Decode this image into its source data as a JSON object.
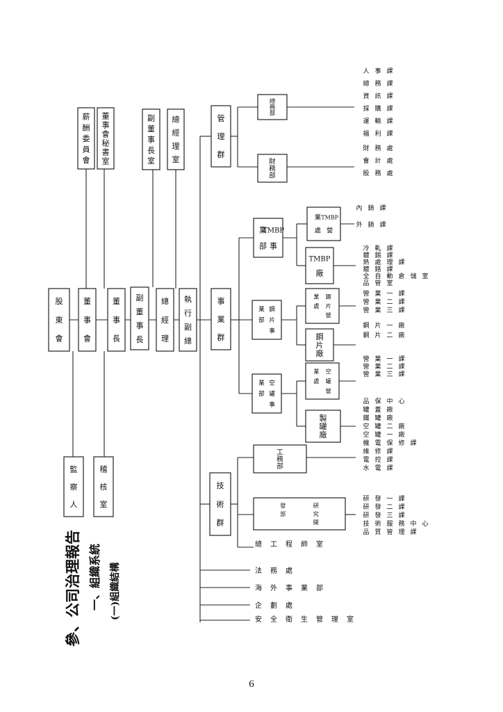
{
  "heading": {
    "main": "參、公司治理報告",
    "sub": "一、組織系統",
    "sub2": "(一)組織結構"
  },
  "page_number": "6",
  "chart_data": {
    "type": "org-chart",
    "root": "股東會",
    "nodes": [
      {
        "id": "shareholders",
        "label": "股東會"
      },
      {
        "id": "supervisor",
        "label": "監察人"
      },
      {
        "id": "audit",
        "label": "稽核室"
      },
      {
        "id": "board",
        "label": "董事會"
      },
      {
        "id": "chairman",
        "label": "董事長"
      },
      {
        "id": "vice_chairman",
        "label": "副董事長"
      },
      {
        "id": "gm",
        "label": "總經理"
      },
      {
        "id": "evp",
        "label": "執行副總"
      },
      {
        "id": "comp_committee",
        "label": "薪酬委員會"
      },
      {
        "id": "board_secretary",
        "label": "董事會秘書室"
      },
      {
        "id": "vice_chair_office",
        "label": "副董事長室"
      },
      {
        "id": "gm_office",
        "label": "總經理室"
      },
      {
        "id": "mgmt_group",
        "label": "管理群"
      },
      {
        "id": "general_affairs",
        "label": "總務部"
      },
      {
        "id": "finance",
        "label": "財務部"
      },
      {
        "id": "business_group",
        "label": "事業群"
      },
      {
        "id": "tmbp_bu",
        "label": "TMBP事業部"
      },
      {
        "id": "tmbp_plant",
        "label": "TMBP廠"
      },
      {
        "id": "tmbp_sales",
        "label": "TMBP營業處"
      },
      {
        "id": "steel_bu",
        "label": "鋼片事業部"
      },
      {
        "id": "steel_plant",
        "label": "鋼片廠"
      },
      {
        "id": "steel_sales",
        "label": "鋼片營業處"
      },
      {
        "id": "drum_bu",
        "label": "空罐事業部"
      },
      {
        "id": "can_plant",
        "label": "製罐廠"
      },
      {
        "id": "drum_sales",
        "label": "空罐營業處"
      },
      {
        "id": "tech_group",
        "label": "技術群"
      },
      {
        "id": "engineering",
        "label": "工務部"
      },
      {
        "id": "rnd",
        "label": "研究開發部"
      },
      {
        "id": "chief_engineer",
        "label": "總工程師室"
      },
      {
        "id": "legal",
        "label": "法務處"
      },
      {
        "id": "overseas",
        "label": "海外事業部"
      },
      {
        "id": "planning",
        "label": "企劃處"
      },
      {
        "id": "safety",
        "label": "安全衛生管理室"
      }
    ],
    "edges": [
      [
        "shareholders",
        "supervisor"
      ],
      [
        "shareholders",
        "board"
      ],
      [
        "board",
        "audit"
      ],
      [
        "board",
        "comp_committee"
      ],
      [
        "board",
        "board_secretary"
      ],
      [
        "board",
        "chairman"
      ],
      [
        "chairman",
        "vice_chairman"
      ],
      [
        "vice_chairman",
        "vice_chair_office"
      ],
      [
        "vice_chairman",
        "gm"
      ],
      [
        "gm",
        "gm_office"
      ],
      [
        "gm",
        "evp"
      ],
      [
        "evp",
        "mgmt_group"
      ],
      [
        "evp",
        "business_group"
      ],
      [
        "evp",
        "tech_group"
      ],
      [
        "evp",
        "legal"
      ],
      [
        "evp",
        "overseas"
      ],
      [
        "evp",
        "planning"
      ],
      [
        "evp",
        "safety"
      ],
      [
        "mgmt_group",
        "general_affairs"
      ],
      [
        "mgmt_group",
        "finance"
      ],
      [
        "business_group",
        "tmbp_bu"
      ],
      [
        "business_group",
        "steel_bu"
      ],
      [
        "business_group",
        "drum_bu"
      ],
      [
        "tmbp_bu",
        "tmbp_plant"
      ],
      [
        "tmbp_bu",
        "tmbp_sales"
      ],
      [
        "steel_bu",
        "steel_plant"
      ],
      [
        "steel_bu",
        "steel_sales"
      ],
      [
        "drum_bu",
        "can_plant"
      ],
      [
        "drum_bu",
        "drum_sales"
      ],
      [
        "tech_group",
        "engineering"
      ],
      [
        "tech_group",
        "rnd"
      ],
      [
        "tech_group",
        "chief_engineer"
      ]
    ],
    "leaf_units": {
      "general_affairs": [
        "人事課",
        "總務課",
        "資訊課",
        "採購課",
        "運輸課",
        "福利課"
      ],
      "finance": [
        "財務處",
        "會計處",
        "股務處"
      ],
      "tmbp_sales": [
        "內銷課",
        "外銷課"
      ],
      "tmbp_plant": [
        "冷軋課",
        "鍍錫課",
        "熱處理課",
        "鍍鉻課",
        "全自動倉儲室",
        "品管室"
      ],
      "steel_sales": [
        "營業一課",
        "營業二課",
        "營業三課"
      ],
      "steel_plant": [
        "鋼片一廠",
        "鋼片二廠"
      ],
      "drum_sales": [
        "營業一課",
        "營業二課",
        "營業三課"
      ],
      "can_plant": [
        "品保中心",
        "罐蓋廠",
        "鐵罐廠",
        "空罐二廠",
        "空罐一廠"
      ],
      "engineering": [
        "機電保修課",
        "維修課",
        "電控課",
        "水電課"
      ],
      "rnd": [
        "研發一課",
        "研發二課",
        "研發三課",
        "技術服務中心",
        "品質管理課"
      ]
    }
  }
}
